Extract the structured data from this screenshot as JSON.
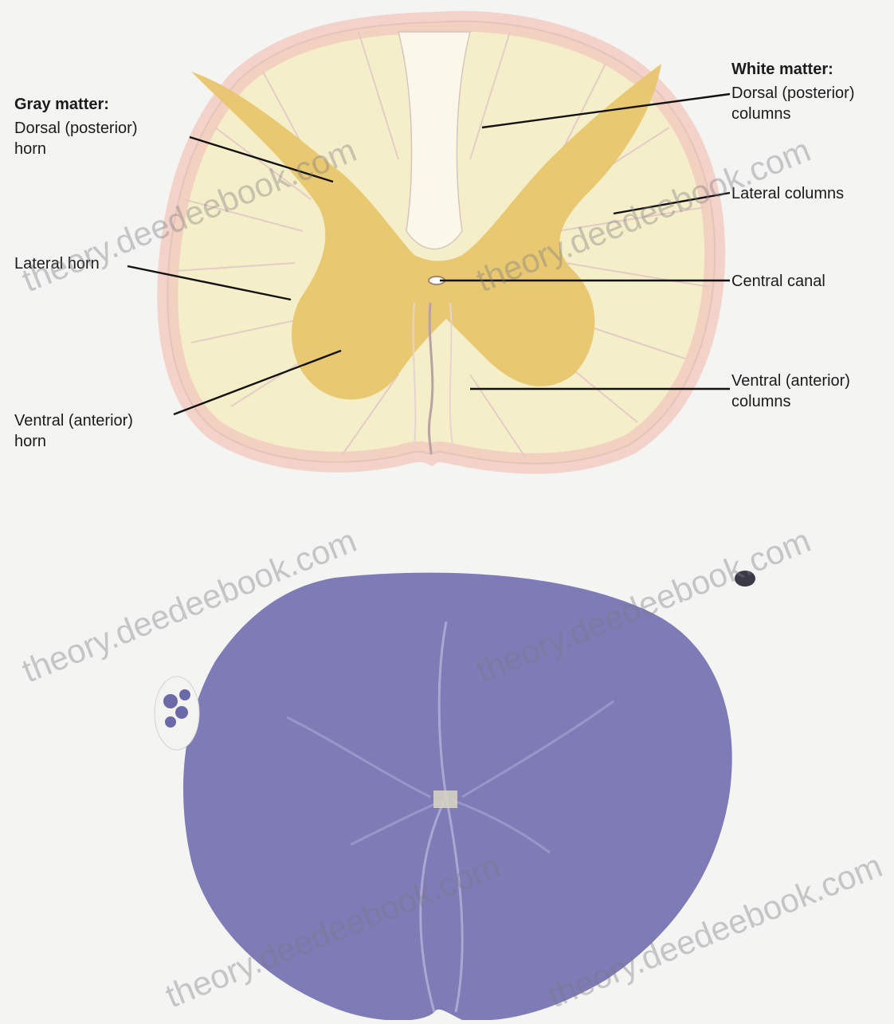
{
  "diagram": {
    "gray_matter": {
      "heading": "Gray matter:",
      "dorsal_horn": [
        "Dorsal (posterior)",
        "horn"
      ],
      "lateral_horn": "Lateral horn",
      "ventral_horn": [
        "Ventral (anterior)",
        "horn"
      ]
    },
    "white_matter": {
      "heading": "White matter:",
      "dorsal_columns": [
        "Dorsal (posterior)",
        "columns"
      ],
      "lateral_columns": "Lateral columns",
      "central_canal": "Central canal",
      "ventral_columns": [
        "Ventral (anterior)",
        "columns"
      ]
    }
  },
  "watermark": "theory.deedeebook.com",
  "colors": {
    "background": "#f4f4f2",
    "gray_matter": "#e8c56e",
    "white_matter": "#f5efc9",
    "rim": "#f2c9bf",
    "tissue_stain": "#7e7bb6"
  }
}
